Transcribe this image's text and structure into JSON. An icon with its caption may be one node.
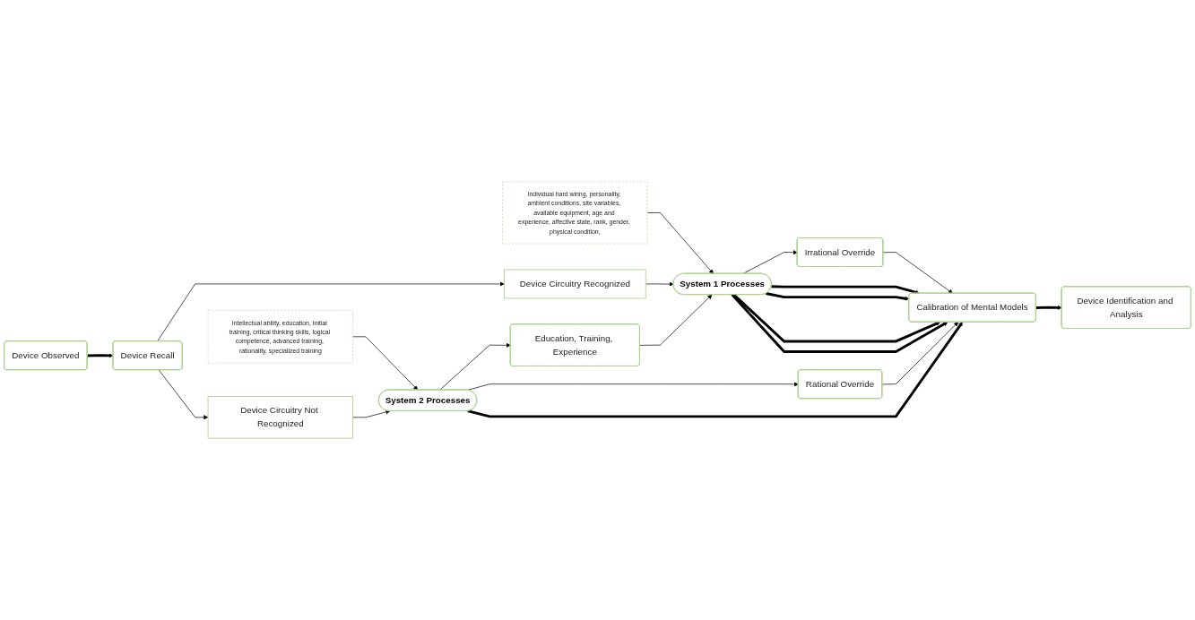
{
  "diagram": {
    "nodes": [
      {
        "text": [
          "Individual hard wiring, personality, ambient conditions, site variables, available equipment, age and experience, affective state, rank, gender, physical condition,"
        ]
      },
      {
        "text": [
          "Device Circuitry Recognized"
        ]
      },
      {
        "text": [
          "System 1 Processes"
        ]
      },
      {
        "text": [
          "Device Observed"
        ]
      },
      {
        "text": [
          "Device Recall"
        ]
      },
      {
        "text": [
          "Education, Training, Experience"
        ]
      },
      {
        "text": [
          "Rational Override"
        ]
      },
      {
        "text": [
          "Irrational Override"
        ]
      },
      {
        "text": [
          "Calibration of Mental Models"
        ]
      },
      {
        "text": [
          "Device Identification and Analysis"
        ]
      },
      {
        "text": [
          "Device Circuitry Not Recognized"
        ]
      },
      {
        "text": [
          "System 2 Processes"
        ]
      },
      {
        "text": [
          "Intellectual ability, education, Initial training, critical thinking skills, logical competence, advanced training, rationality, specialized training"
        ]
      }
    ],
    "edges": [
      {
        "from": 3,
        "to": 4,
        "arrow": "to",
        "style": "thick"
      },
      {
        "from": 4,
        "to": 1,
        "arrow": "to"
      },
      {
        "from": 4,
        "to": 10,
        "arrow": "to"
      },
      {
        "from": 1,
        "to": 2,
        "arrow": "to"
      },
      {
        "from": 10,
        "to": 11,
        "arrow": "to"
      },
      {
        "from": 0,
        "to": 2,
        "arrow": "to"
      },
      {
        "from": 12,
        "to": 11,
        "arrow": "to"
      },
      {
        "from": 11,
        "to": 5,
        "arrow": "to"
      },
      {
        "from": 5,
        "to": 2,
        "arrow": "to"
      },
      {
        "from": 11,
        "to": 6,
        "arrow": "to"
      },
      {
        "from": 6,
        "to": 8,
        "arrow": "to"
      },
      {
        "from": 2,
        "to": 7,
        "arrow": "to"
      },
      {
        "from": 7,
        "to": 8,
        "arrow": "to"
      },
      {
        "from": 2,
        "to": 8,
        "arrow": "to",
        "style": "thick"
      },
      {
        "from": 2,
        "to": 8,
        "arrow": "to",
        "style": "thick"
      },
      {
        "from": 2,
        "to": 8,
        "arrow": "to",
        "style": "thick"
      },
      {
        "from": 2,
        "to": 8,
        "arrow": "to",
        "style": "thick"
      },
      {
        "from": 11,
        "to": 8,
        "arrow": "to",
        "style": "thick"
      },
      {
        "from": 8,
        "to": 9,
        "arrow": "to",
        "style": "thick"
      }
    ]
  }
}
